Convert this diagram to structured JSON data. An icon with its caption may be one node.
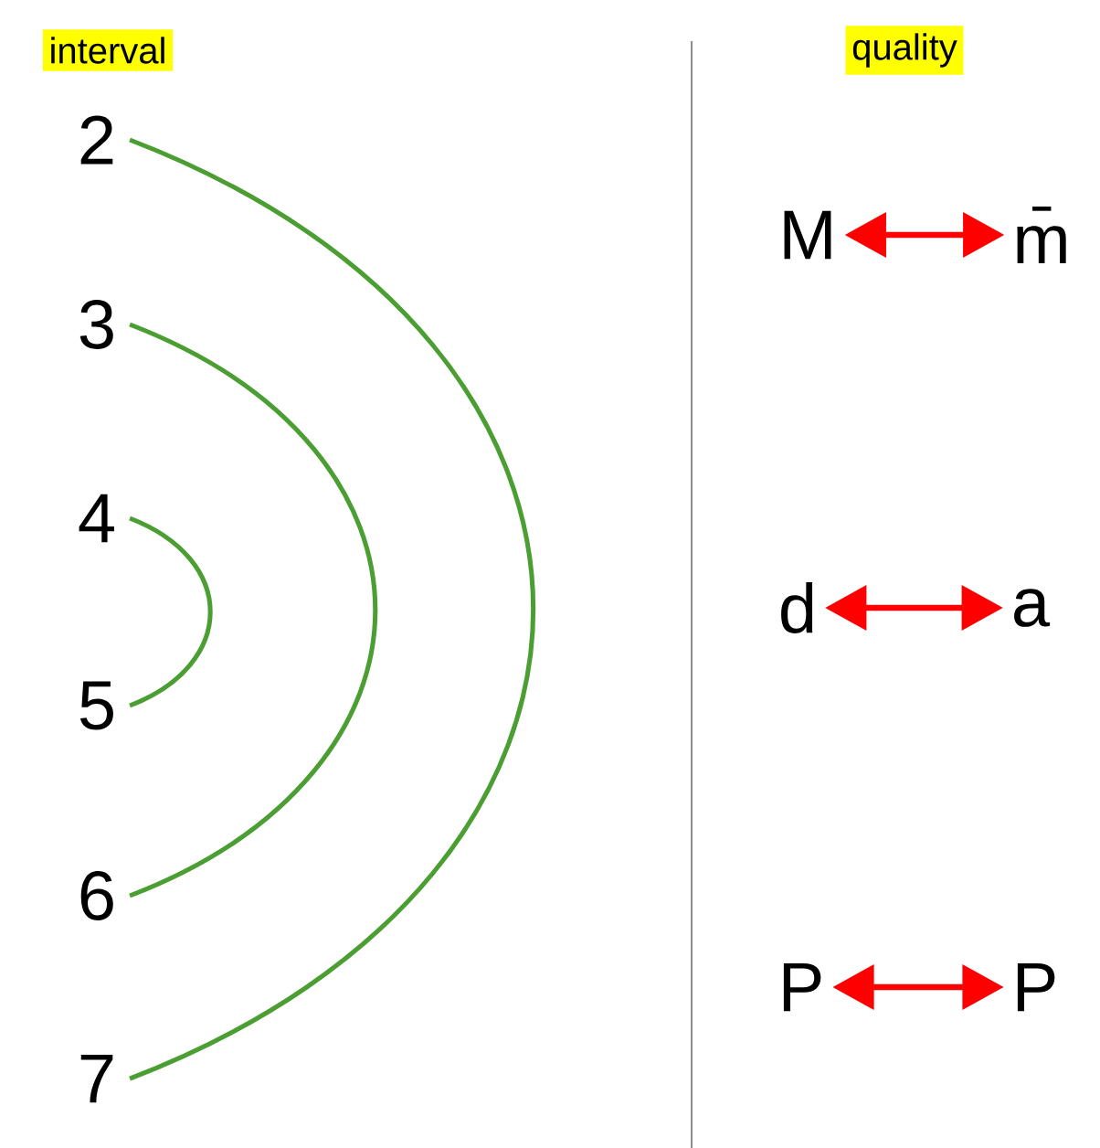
{
  "diagram": {
    "nodes": [
      {
        "text": [
          "2"
        ]
      },
      {
        "text": [
          "3"
        ]
      },
      {
        "text": [
          "4"
        ]
      },
      {
        "text": [
          "5"
        ]
      },
      {
        "text": [
          "6"
        ]
      },
      {
        "text": [
          "7"
        ]
      },
      {
        "text": [
          "M"
        ]
      },
      {
        "text": [
          "m̄"
        ]
      },
      {
        "text": [
          "d"
        ]
      },
      {
        "text": [
          "a"
        ]
      },
      {
        "text": [
          "P"
        ]
      },
      {
        "text": [
          "P"
        ]
      }
    ],
    "edges": [
      {
        "from": 0,
        "to": 5,
        "arrow": "none",
        "color": "#4a9e32"
      },
      {
        "from": 1,
        "to": 4,
        "arrow": "none",
        "color": "#4a9e32"
      },
      {
        "from": 2,
        "to": 3,
        "arrow": "none",
        "color": "#4a9e32"
      },
      {
        "from": 6,
        "to": 7,
        "arrow": "both",
        "color": "#ff0000"
      },
      {
        "from": 8,
        "to": 9,
        "arrow": "both",
        "color": "#ff0000"
      },
      {
        "from": 10,
        "to": 11,
        "arrow": "both",
        "color": "#ff0000"
      }
    ],
    "labels": [
      "interval",
      "quality"
    ]
  }
}
